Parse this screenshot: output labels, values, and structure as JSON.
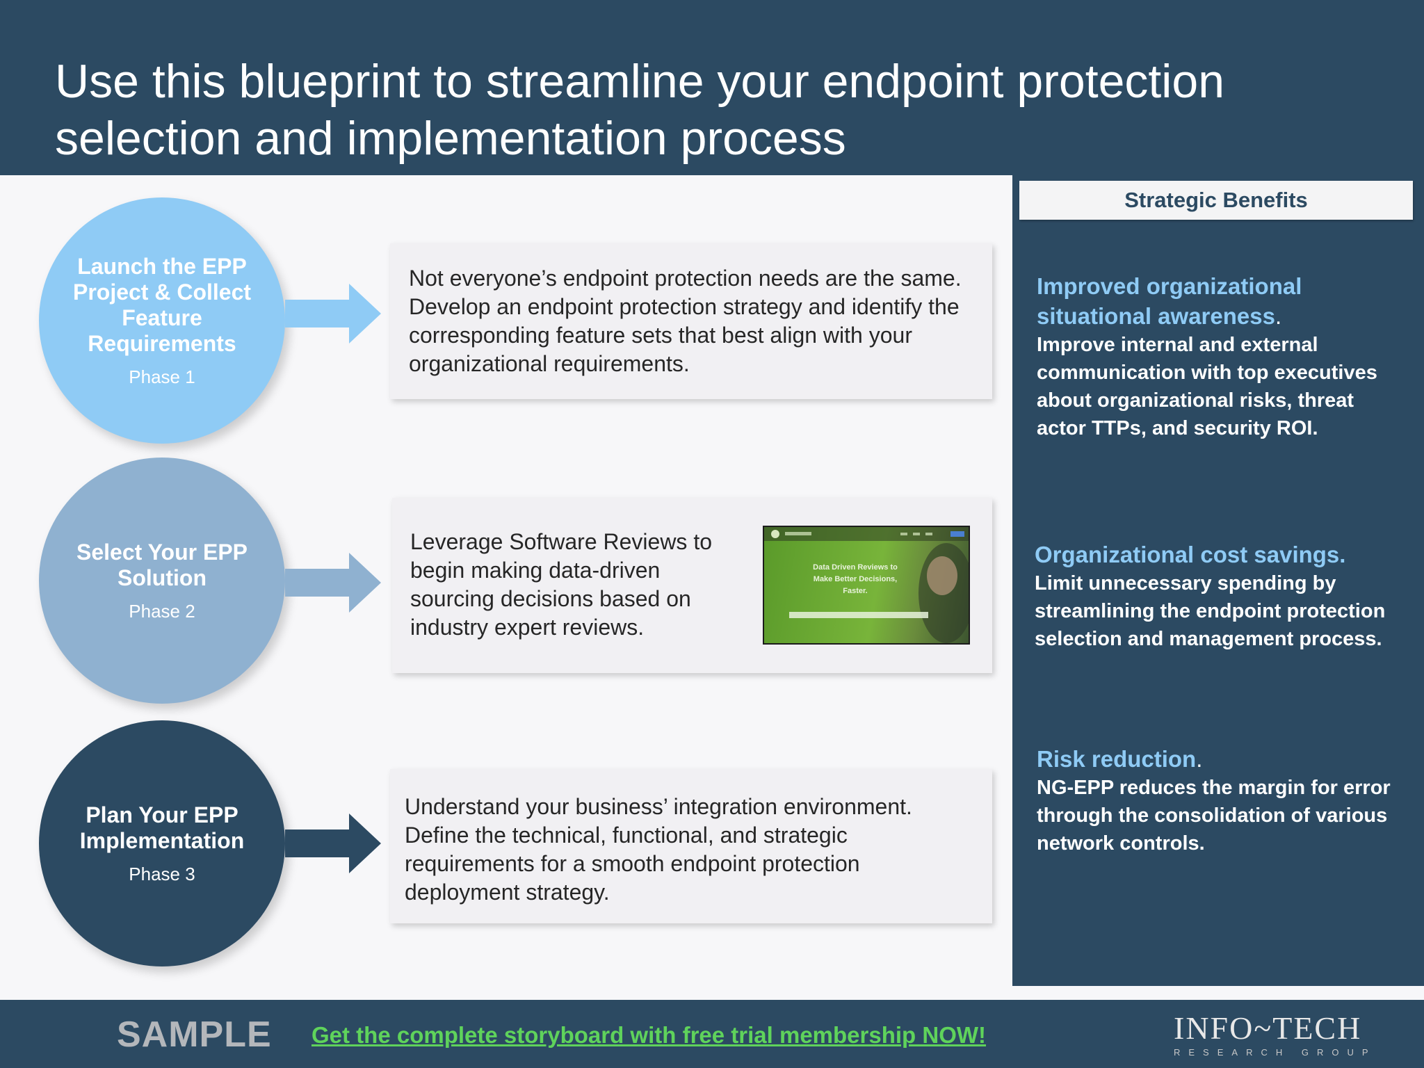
{
  "header": {
    "title_line1": "Use this blueprint to streamline your endpoint protection",
    "title_line2": "selection and implementation process"
  },
  "phases": [
    {
      "title": "Launch the EPP Project & Collect Feature Requirements",
      "subtitle": "Phase 1",
      "description": "Not everyone’s endpoint protection needs are the same. Develop an endpoint protection strategy and identify the corresponding feature sets that best align with your organizational requirements.",
      "color": "#8fcbf5"
    },
    {
      "title": "Select Your EPP Solution",
      "subtitle": "Phase 2",
      "description": "Leverage Software Reviews to begin making data-driven sourcing decisions based on industry expert reviews.",
      "color": "#8fb1d0",
      "thumbnail_text": "Data Driven Reviews to Make Better Decisions, Faster."
    },
    {
      "title": "Plan Your EPP Implementation",
      "subtitle": "Phase 3",
      "description": "Understand your business’ integration environment. Define the technical, functional, and strategic requirements for a smooth endpoint protection deployment strategy.",
      "color": "#2c4a62"
    }
  ],
  "benefits": {
    "header": "Strategic Benefits",
    "items": [
      {
        "title": "Improved organizational situational awareness",
        "period": ".",
        "body": "Improve internal and external communication with top executives about organizational risks, threat actor TTPs, and security ROI."
      },
      {
        "title": "Organizational cost savings.",
        "period": "",
        "body": "Limit unnecessary spending by streamlining the endpoint protection selection and management process."
      },
      {
        "title": "Risk reduction",
        "period": ".",
        "body": "NG-EPP reduces the margin for error through the consolidation of various network controls."
      }
    ]
  },
  "footer": {
    "sample": "SAMPLE",
    "cta": "Get the complete storyboard with free trial membership NOW!",
    "logo_main": "INFO~TECH",
    "logo_sub": "RESEARCH GROUP"
  }
}
